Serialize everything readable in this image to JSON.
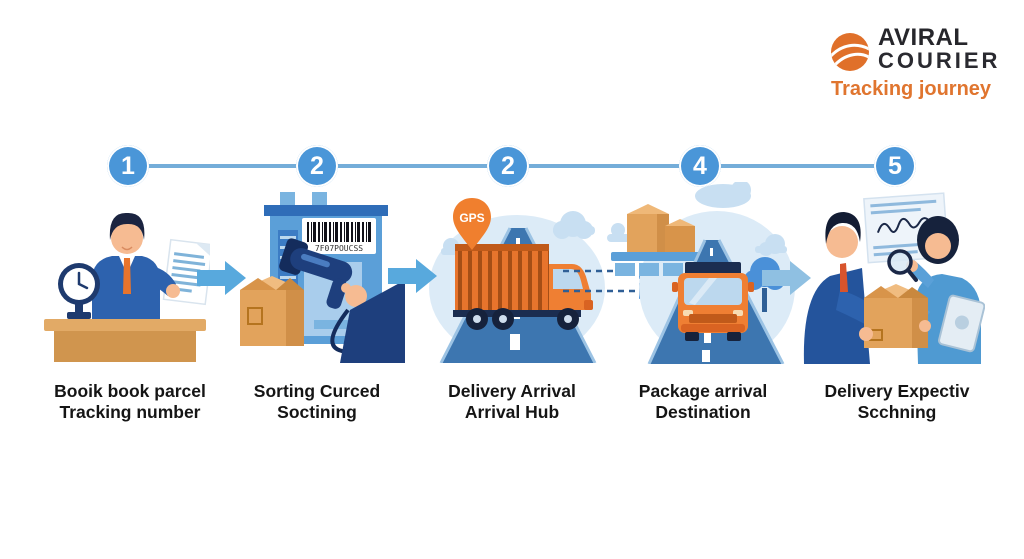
{
  "logo": {
    "brand_top": "AVIRAL",
    "brand_bottom": "COURIER",
    "tagline": "Tracking journey"
  },
  "timeline": {
    "steps": [
      {
        "number": "1",
        "caption_line1": "Booik book parcel",
        "caption_line2": "Tracking number",
        "illustration": "clerk-booking-at-desk"
      },
      {
        "number": "2",
        "caption_line1": "Sorting Curced",
        "caption_line2": "Soctining",
        "illustration": "parcel-barcode-scanning"
      },
      {
        "number": "2",
        "caption_line1": "Delivery Arrival",
        "caption_line2": "Arrival Hub",
        "illustration": "cargo-truck-gps-transit"
      },
      {
        "number": "4",
        "caption_line1": "Package arrival",
        "caption_line2": "Destination",
        "illustration": "delivery-van-destination"
      },
      {
        "number": "5",
        "caption_line1": "Delivery Expectiv",
        "caption_line2": "Scchning",
        "illustration": "package-handover"
      }
    ]
  },
  "illustrations": {
    "gps_badge": "GPS",
    "barcode_text": "7F07POUCSS"
  },
  "colors": {
    "step_circle_blue": "#4a96d8",
    "timeline_line_blue": "#74add9",
    "arrow_blue": "#58a9dd",
    "arrow_light_blue": "#8fc0e2",
    "illustration_orange": "#e8742c",
    "carton_tan": "#e2a35c",
    "suit_navy": "#24549c",
    "road_blue": "#3d76b0",
    "logo_orange": "#e0702a",
    "tagline_orange": "#e0752f",
    "caption_text": "#151515"
  }
}
